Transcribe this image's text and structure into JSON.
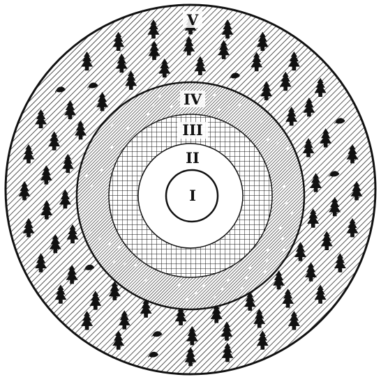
{
  "diagram": {
    "rings": [
      {
        "id": "I",
        "label": "I",
        "fill": "white",
        "description": "center"
      },
      {
        "id": "II",
        "label": "II",
        "fill": "white"
      },
      {
        "id": "III",
        "label": "III",
        "fill": "grid"
      },
      {
        "id": "IV",
        "label": "IV",
        "fill": "dense-hatch"
      },
      {
        "id": "V",
        "label": "V",
        "fill": "hatch-with-trees"
      }
    ],
    "colors": {
      "ink": "#111111",
      "paper": "#ffffff"
    },
    "icons": {
      "tree": "conifer-tree-icon",
      "leaf": "leaf-icon"
    }
  }
}
